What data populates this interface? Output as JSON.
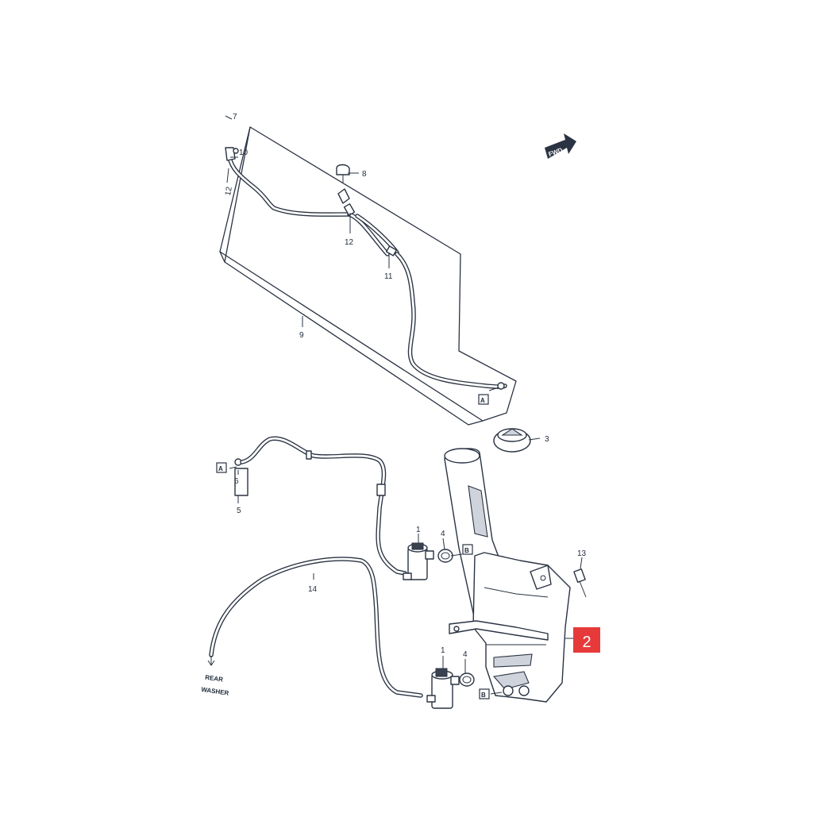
{
  "fwd_label": "FWD",
  "rear_washer": {
    "line1": "REAR",
    "line2": "WASHER"
  },
  "connectors": {
    "a": "A",
    "b": "B"
  },
  "callouts": {
    "n1": "1",
    "n2": "2",
    "n3": "3",
    "n4": "4",
    "n5": "5",
    "n6": "6",
    "n7": "7",
    "n8": "8",
    "n9": "9",
    "n10": "10",
    "n11": "11",
    "n12": "12",
    "n13": "13",
    "n14": "14"
  },
  "highlight": {
    "label": "2",
    "color": "#e63a3a"
  },
  "colors": {
    "line": "#2a3342",
    "shade": "#cfd4dc",
    "background": "#ffffff"
  }
}
